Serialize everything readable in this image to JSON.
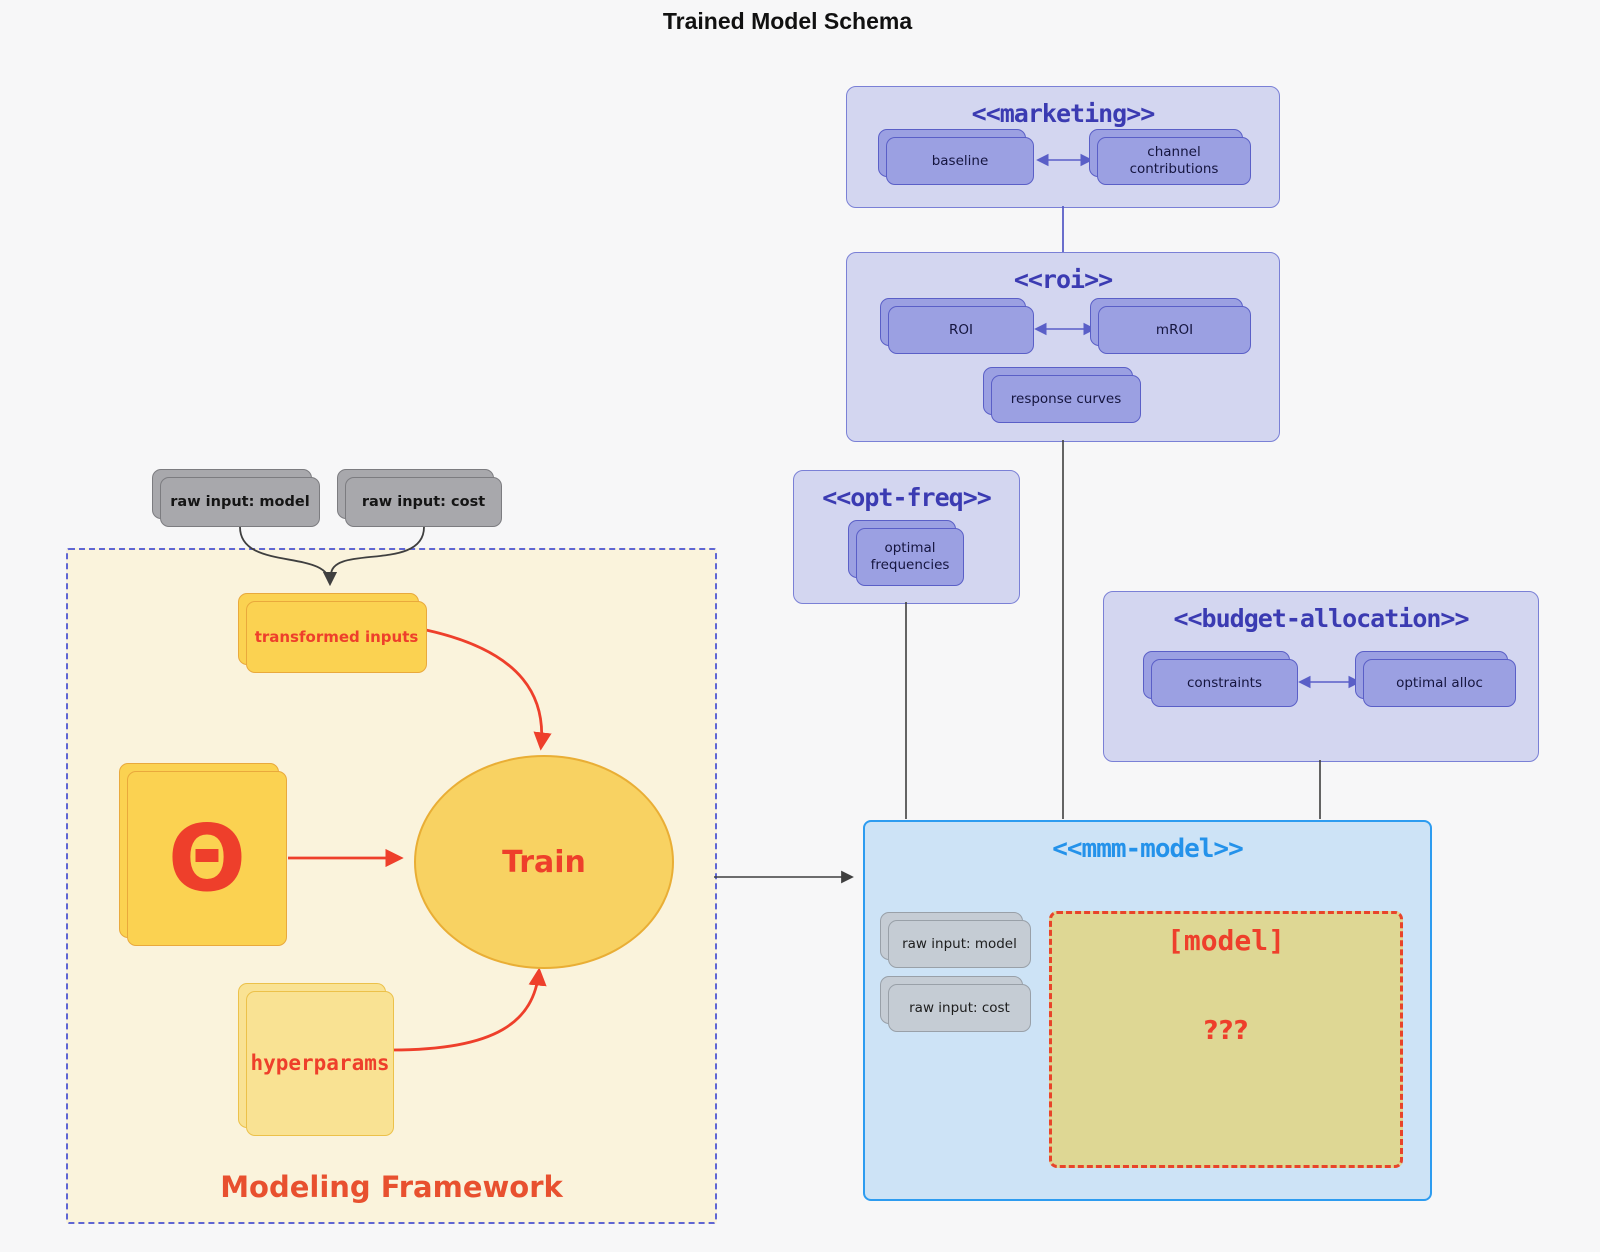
{
  "page_title": "Trained Model Schema",
  "clusters": {
    "marketing": {
      "title": "<<marketing>>",
      "nodes": {
        "baseline": "baseline",
        "channel_contributions": "channel contributions"
      }
    },
    "roi": {
      "title": "<<roi>>",
      "nodes": {
        "roi": "ROI",
        "mroi": "mROI",
        "response_curves": "response curves"
      }
    },
    "opt_freq": {
      "title": "<<opt-freq>>",
      "nodes": {
        "optimal_frequencies": "optimal frequencies"
      }
    },
    "budget_allocation": {
      "title": "<<budget-allocation>>",
      "nodes": {
        "constraints": "constraints",
        "optimal_alloc": "optimal alloc"
      }
    },
    "mmm_model": {
      "title": "<<mmm-model>>",
      "nodes": {
        "raw_input_model": "raw input: model",
        "raw_input_cost": "raw input: cost",
        "model_placeholder": "[model]",
        "unknown": "???"
      }
    },
    "modeling_framework": {
      "title": "Modeling Framework",
      "nodes": {
        "transformed_inputs": "transformed inputs",
        "theta": "Θ",
        "train": "Train",
        "hyperparams": "hyperparams"
      }
    }
  },
  "external_nodes": {
    "raw_input_model": "raw input: model",
    "raw_input_cost": "raw input: cost"
  },
  "colors": {
    "page_bg": "#f7f7f8",
    "purple_cluster_bg": "#d3d6f0",
    "purple_cluster_border": "#7a80d6",
    "purple_title": "#3b3bb2",
    "purple_node_fill": "#9ba0e2",
    "purple_node_border": "#5a5fc7",
    "gray_node_fill": "#a8a8ac",
    "gray_node2_fill": "#c5ccd4",
    "mmm_bg": "#cde3f6",
    "mmm_border": "#2d9cf0",
    "mmm_title": "#2492ea",
    "model_box_fill": "#ded794",
    "framework_bg": "#faf3dc",
    "framework_border": "#5f66d4",
    "yellow_node_fill": "#fbd251",
    "yellow_light_fill": "#f9e293",
    "red_accent": "#ee3f2b",
    "dark_edge": "#3f3f3f"
  }
}
